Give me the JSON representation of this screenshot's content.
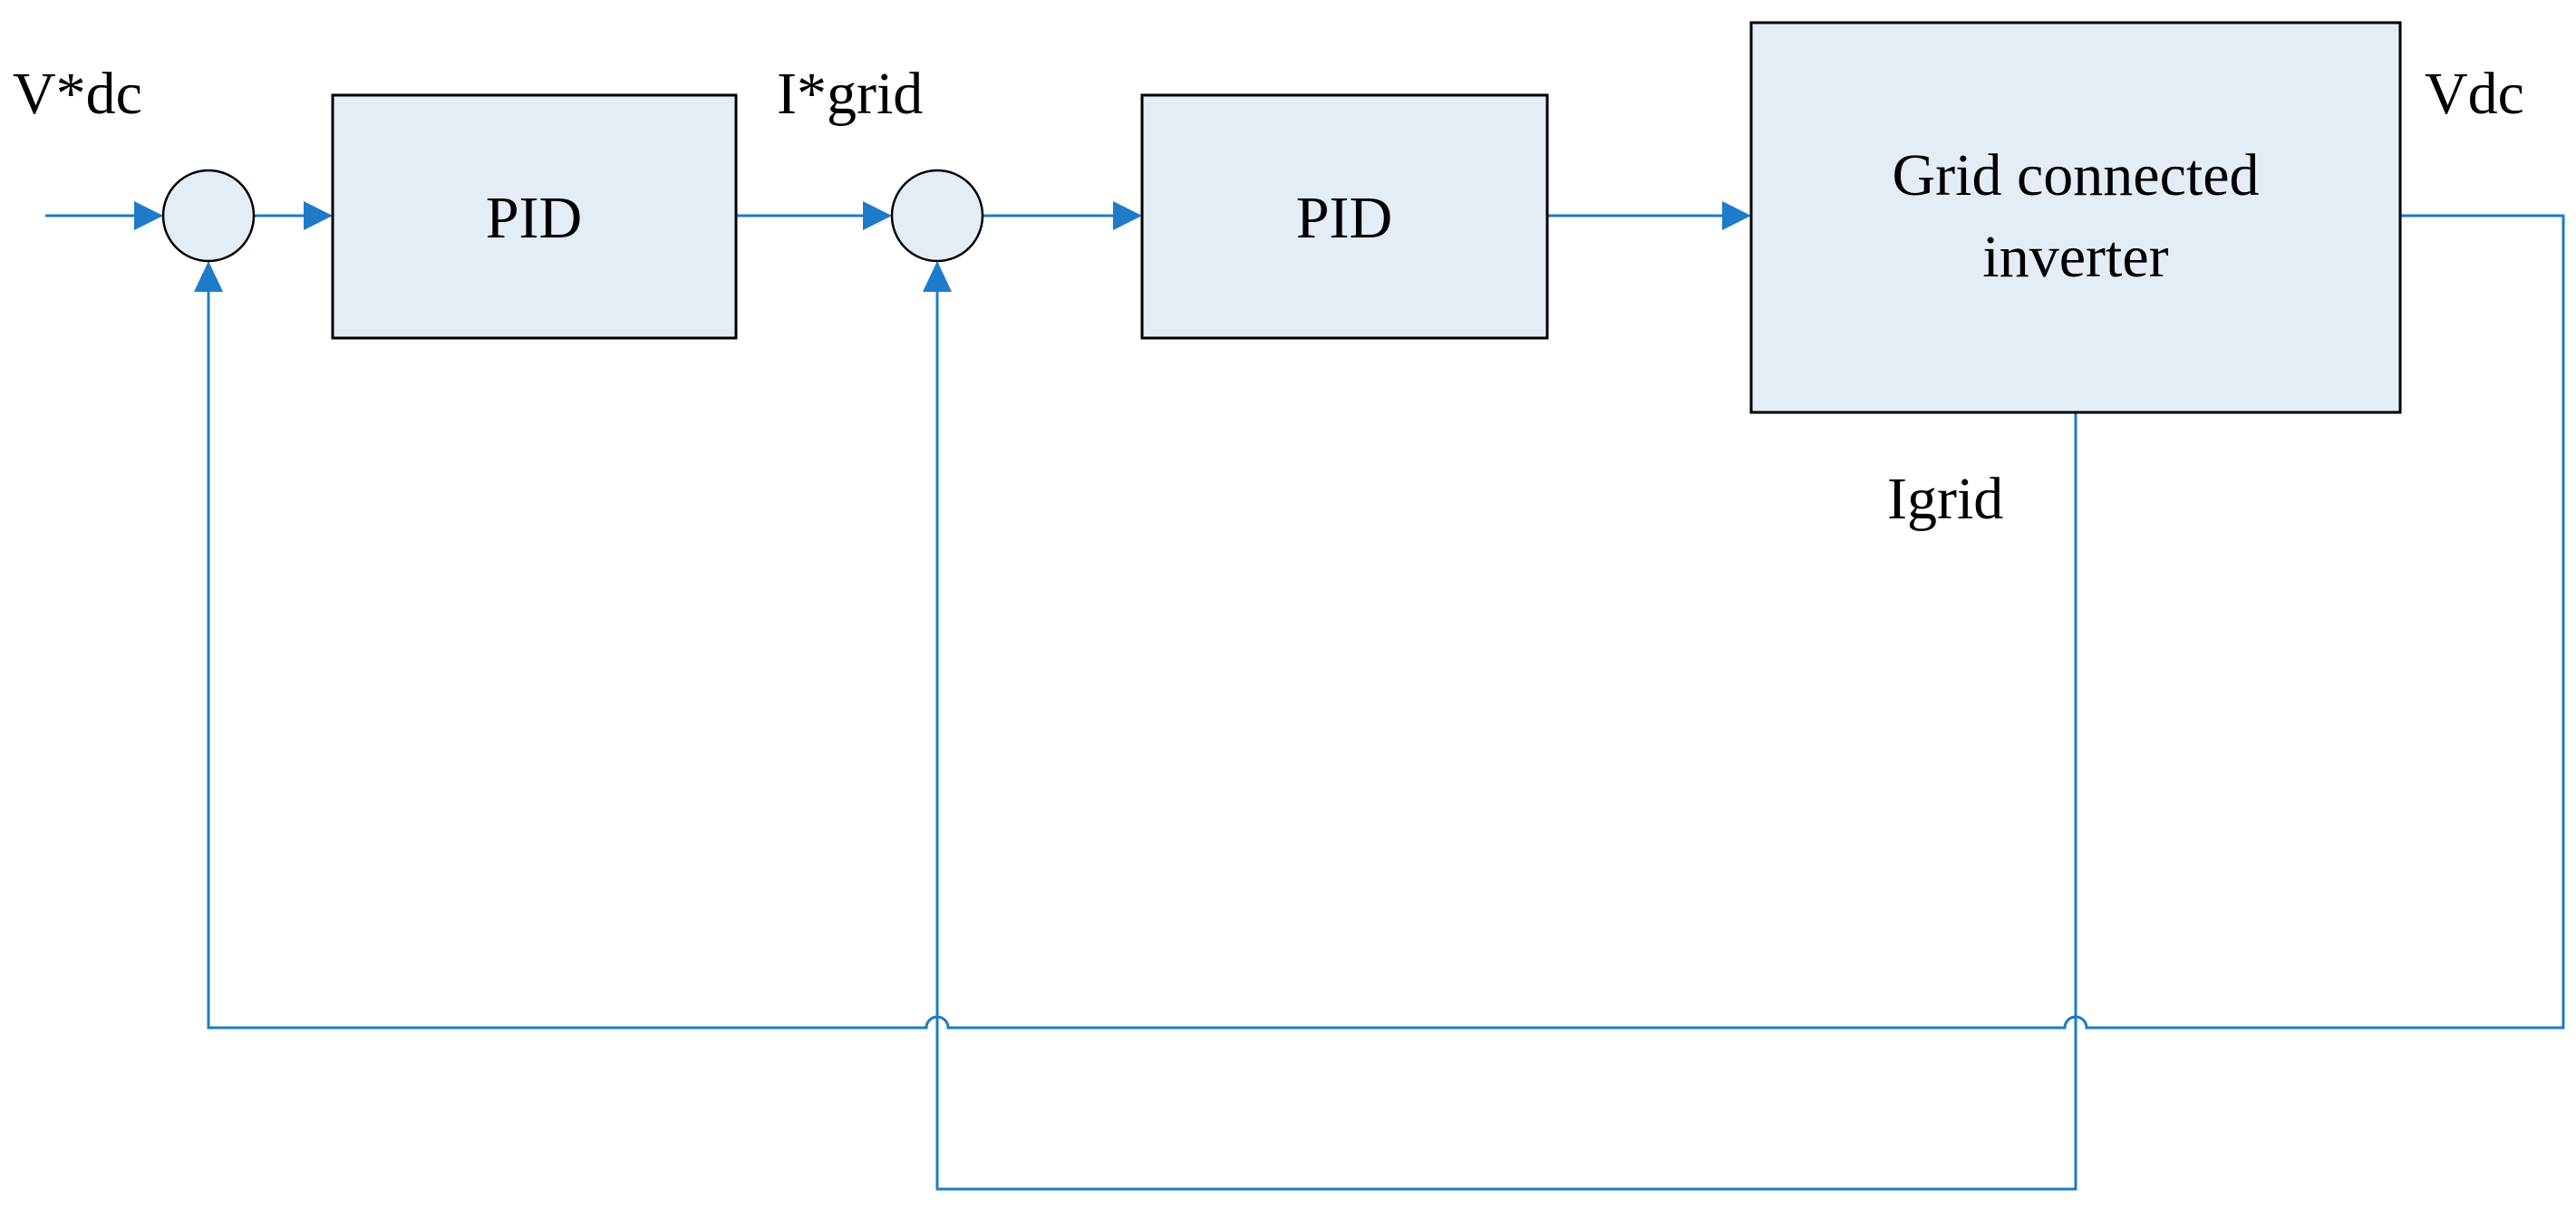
{
  "blocks": {
    "pid_outer": "PID",
    "pid_inner": "PID",
    "inverter_line1": "Grid connected",
    "inverter_line2": "inverter"
  },
  "signals": {
    "vdc_ref": "V*dc",
    "igrid_ref": "I*grid",
    "vdc": "Vdc",
    "igrid": "Igrid"
  },
  "colors": {
    "wire": "#1e7bc9",
    "block_fill": "#e4ecf6",
    "outline": "#000000"
  }
}
